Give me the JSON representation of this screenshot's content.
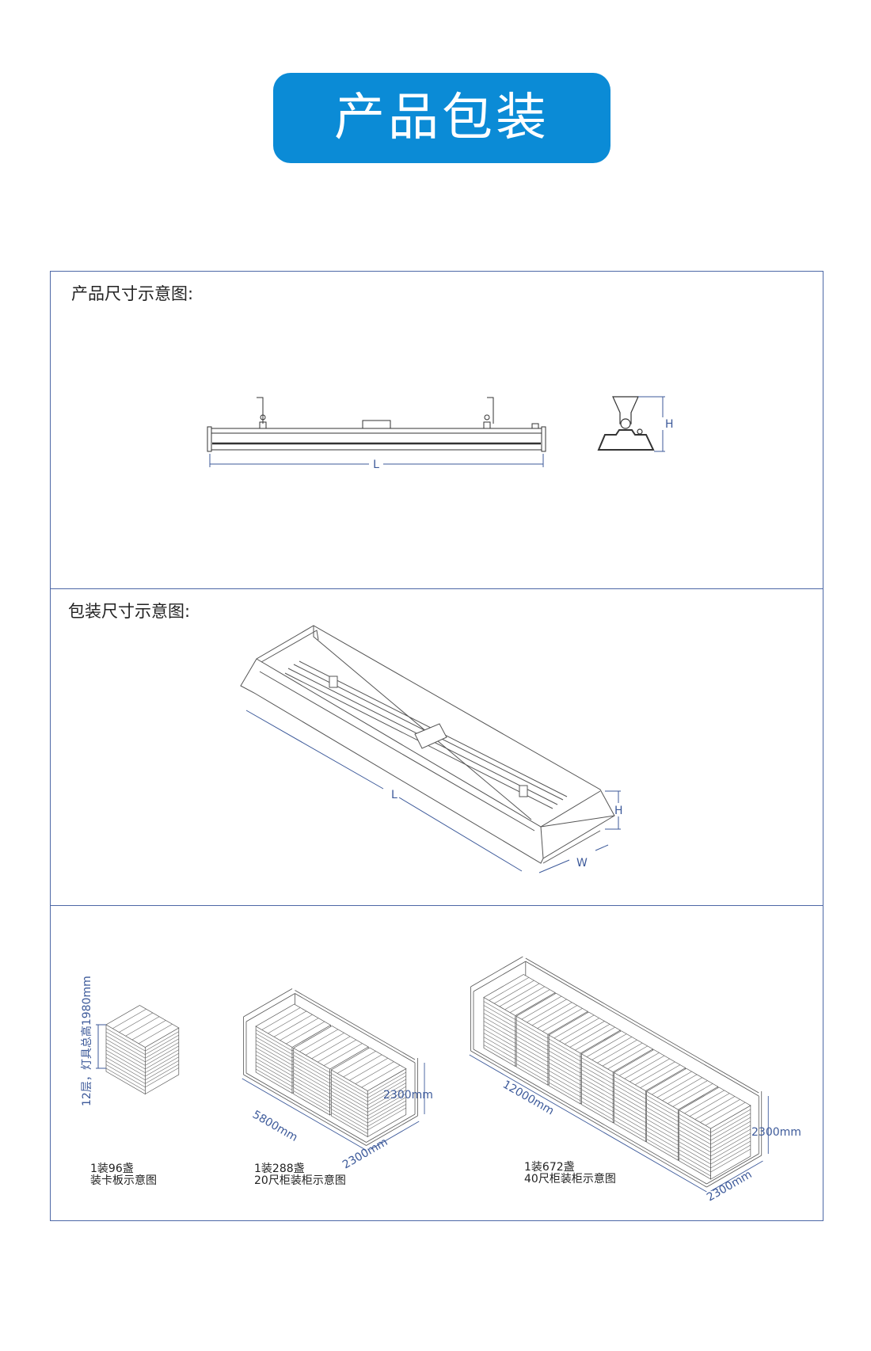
{
  "header": {
    "title": "产品包装"
  },
  "product_section": {
    "title": "产品尺寸示意图:",
    "length_label": "L",
    "height_label": "H"
  },
  "package_section": {
    "title": "包装尺寸示意图:",
    "length_label": "L",
    "height_label": "H",
    "width_label": "W"
  },
  "shipping_section": {
    "pallet": {
      "height_note": "12层，灯具总高1980mm",
      "line1": "1装96盏",
      "line2": "装卡板示意图"
    },
    "container_20": {
      "length": "5800mm",
      "height": "2300mm",
      "width": "2300mm",
      "line1": "1装288盏",
      "line2": "20尺柜装柜示意图"
    },
    "container_40": {
      "length": "12000mm",
      "height": "2300mm",
      "width": "2300mm",
      "line1": "1装672盏",
      "line2": "40尺柜装柜示意图"
    }
  },
  "colors": {
    "accent": "#0b8bd6",
    "frame": "#4d68a6",
    "dimension": "#3d5a9a"
  }
}
